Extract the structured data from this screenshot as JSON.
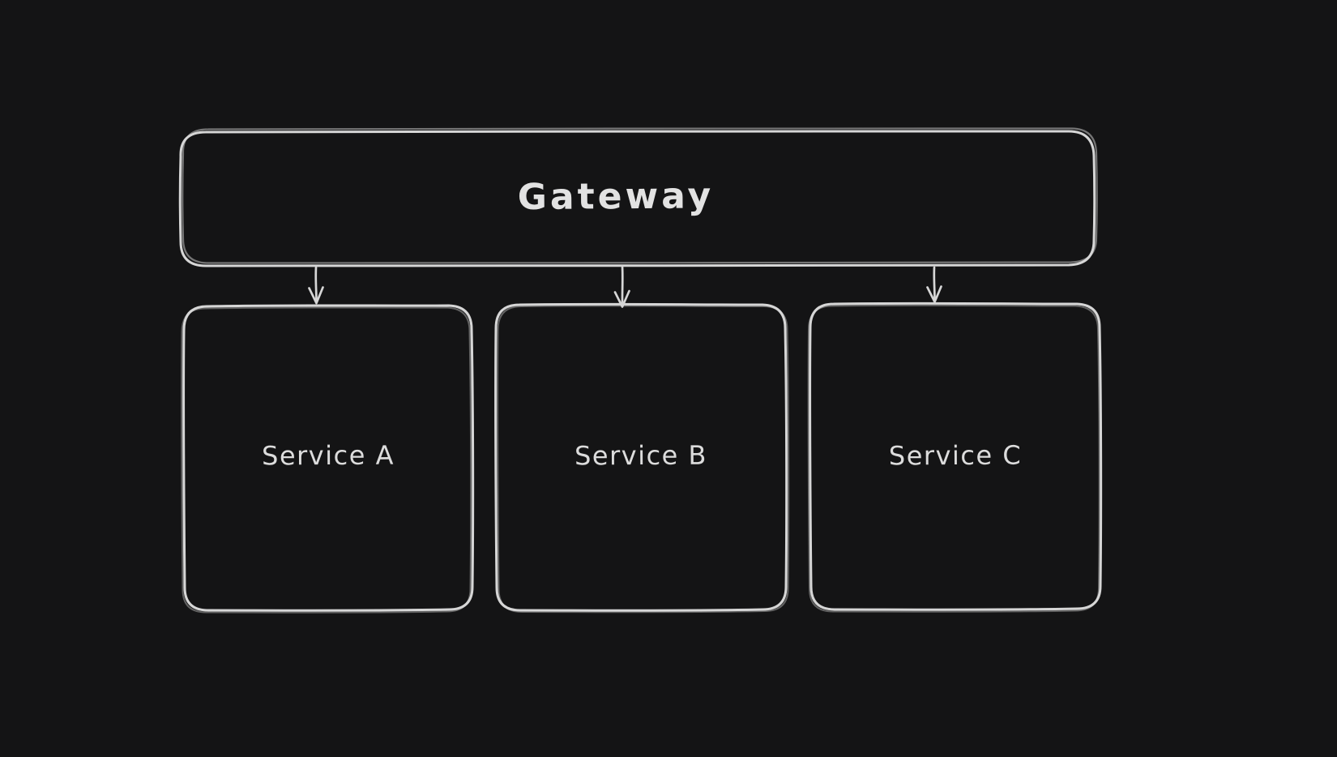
{
  "canvas": {
    "background_color": "#141415",
    "stroke_color": "#d6d6d6",
    "text_color": "#dcdcdc"
  },
  "diagram": {
    "type": "flowchart",
    "style": "hand-drawn-dark",
    "nodes": {
      "gateway": {
        "label": "Gateway"
      },
      "services": [
        {
          "label": "Service A"
        },
        {
          "label": "Service B"
        },
        {
          "label": "Service C"
        }
      ]
    },
    "connections": [
      {
        "from": "Gateway",
        "to": "Service A",
        "arrow": "down"
      },
      {
        "from": "Gateway",
        "to": "Service B",
        "arrow": "down"
      },
      {
        "from": "Gateway",
        "to": "Service C",
        "arrow": "down"
      }
    ]
  }
}
